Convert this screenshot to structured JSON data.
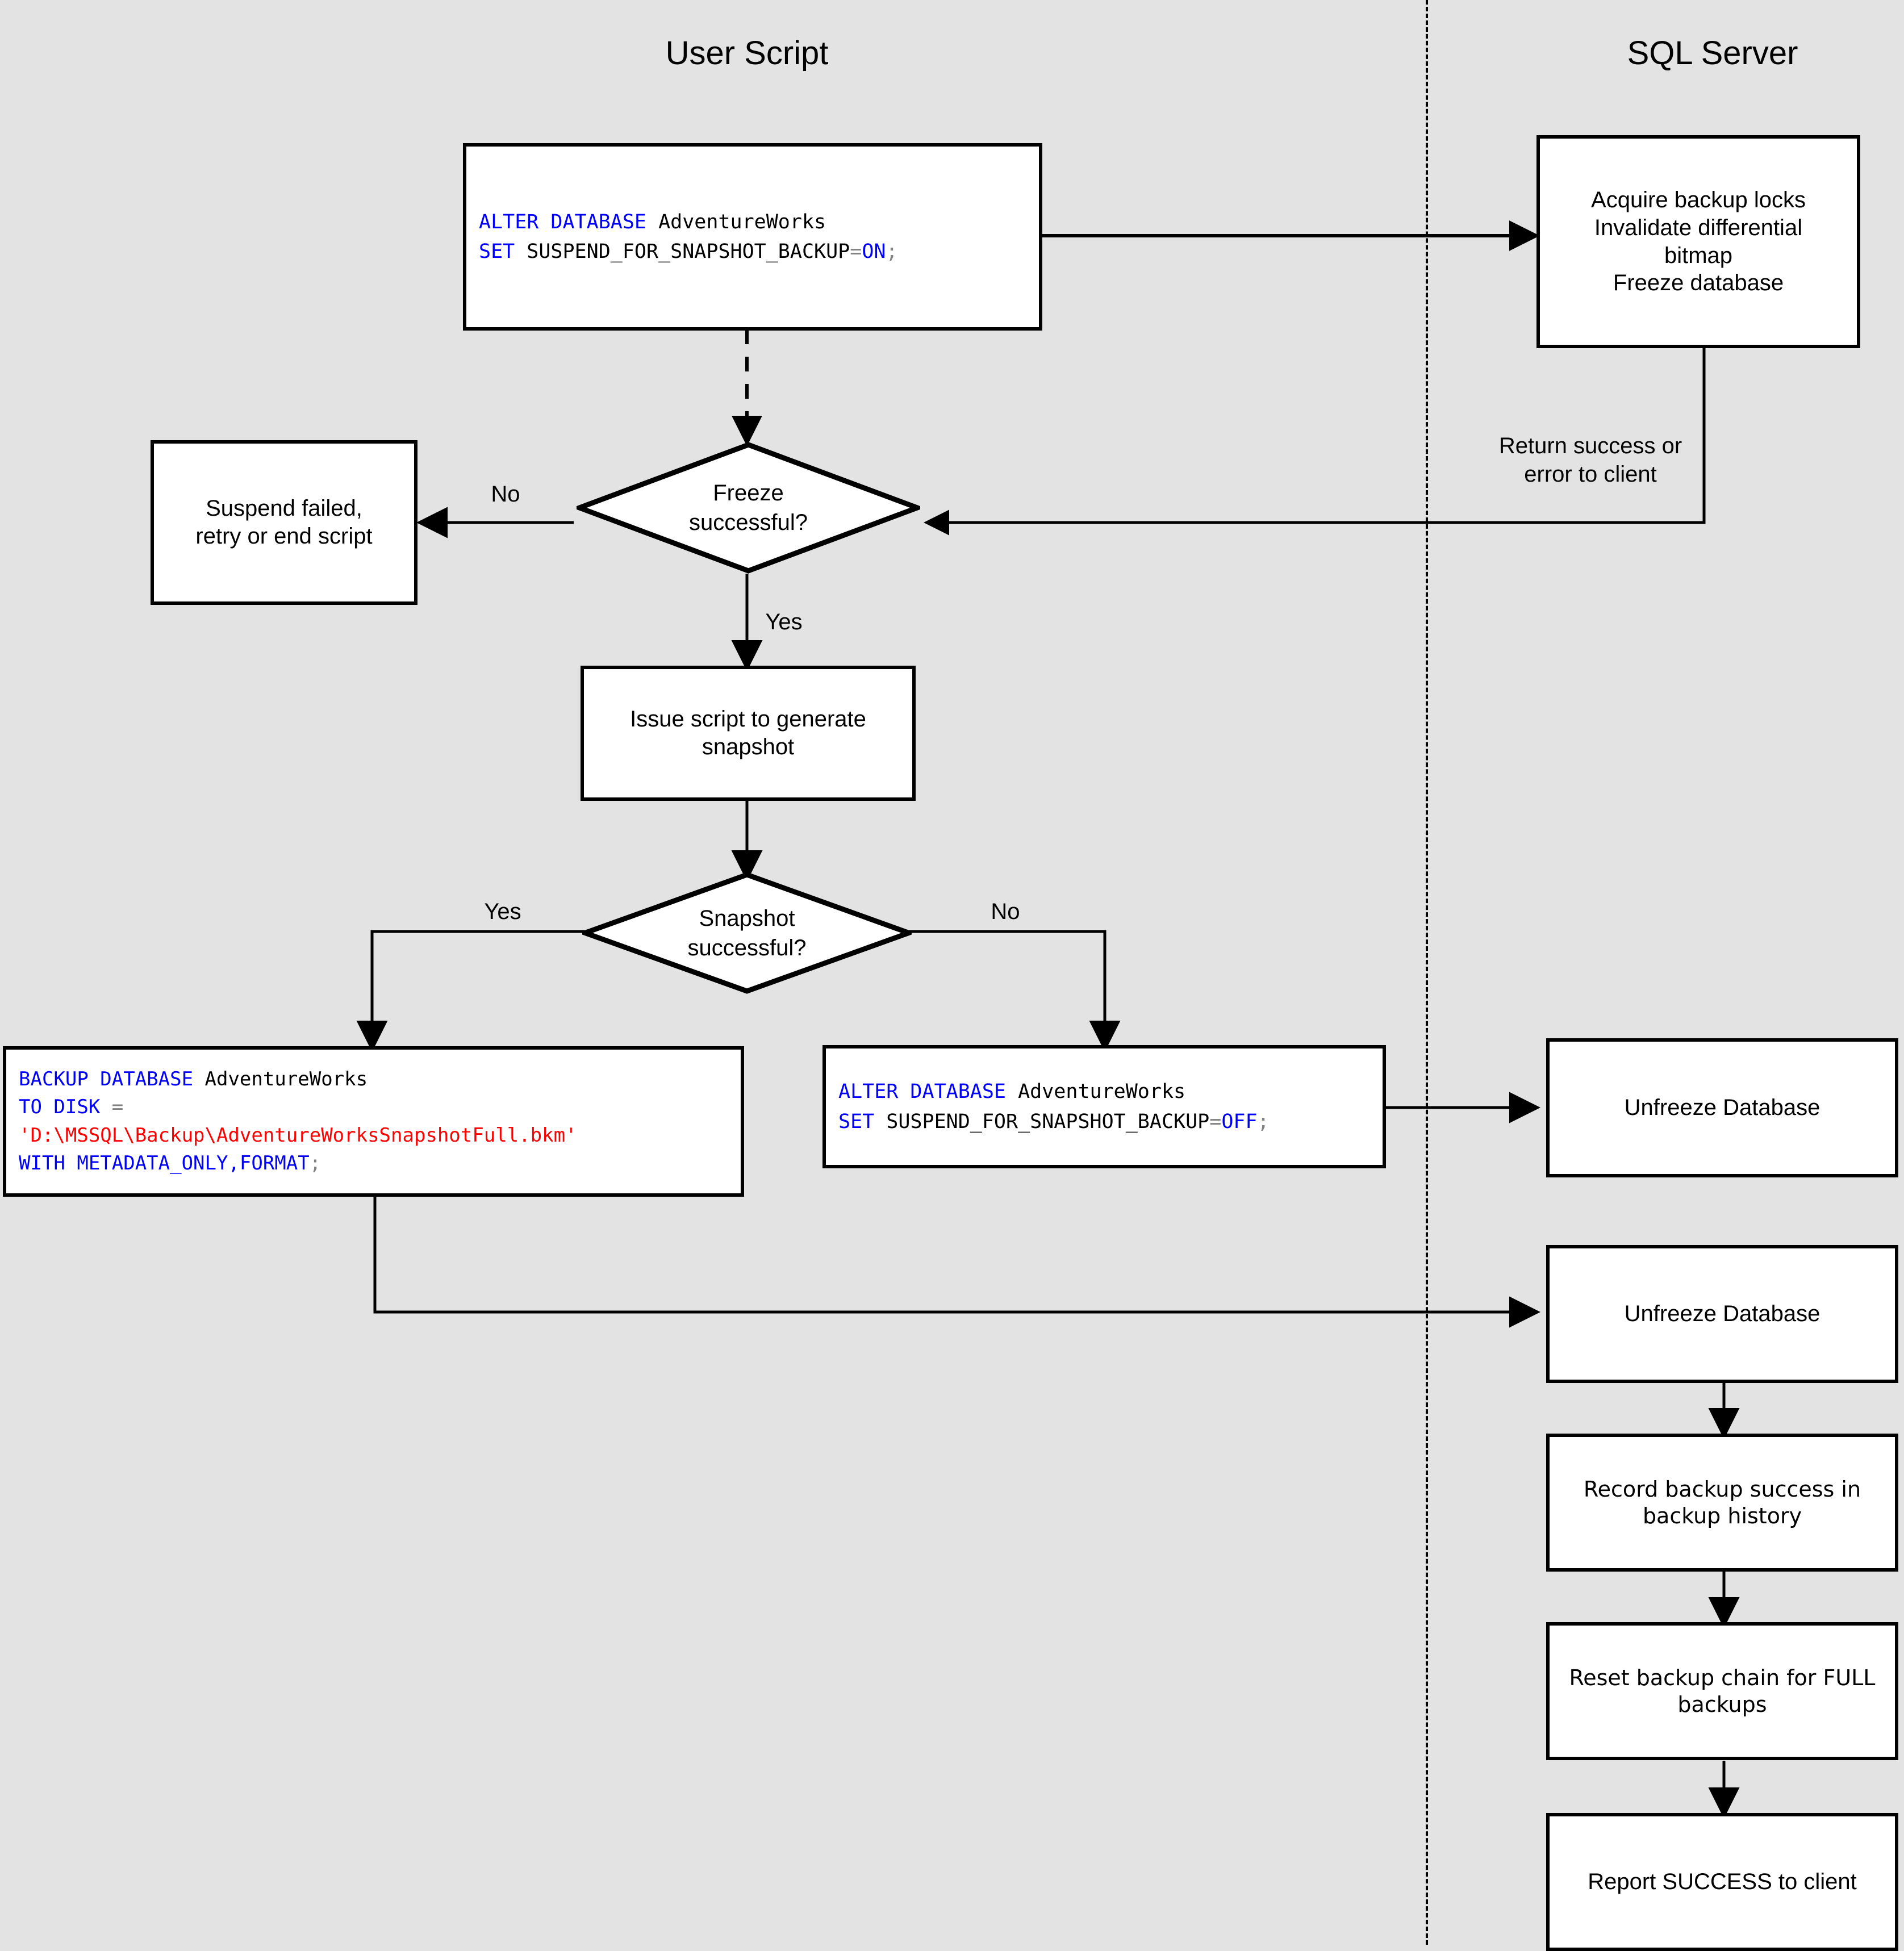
{
  "diagram": {
    "title_user": "User Script",
    "title_server": "SQL Server"
  },
  "nodes": {
    "suspend_on": {
      "line1_kw": "ALTER DATABASE",
      "line1_id": " AdventureWorks",
      "line2_kw": "SET",
      "line2_id": " SUSPEND_FOR_SNAPSHOT_BACKUP",
      "line2_op": "=",
      "line2_val": "ON",
      "line2_end": ";"
    },
    "acquire_locks": "Acquire backup locks\nInvalidate differential\nbitmap\nFreeze database",
    "suspend_failed": "Suspend failed,\nretry or end script",
    "freeze_q_line1": "Freeze",
    "freeze_q_line2": "successful?",
    "issue_script": "Issue script to generate\nsnapshot",
    "snapshot_q_line1": "Snapshot",
    "snapshot_q_line2": "successful?",
    "backup_db": {
      "l1_kw": "BACKUP DATABASE",
      "l1_id": " AdventureWorks",
      "l2_kw": "TO DISK",
      "l2_op": " =",
      "l3_str": "'D:\\MSSQL\\Backup\\AdventureWorksSnapshotFull.bkm'",
      "l4_kw": "WITH METADATA_ONLY,FORMAT",
      "l4_end": ";"
    },
    "suspend_off": {
      "line1_kw": "ALTER DATABASE",
      "line1_id": " AdventureWorks",
      "line2_kw": "SET",
      "line2_id": " SUSPEND_FOR_SNAPSHOT_BACKUP",
      "line2_op": "=",
      "line2_val": "OFF",
      "line2_end": ";"
    },
    "unfreeze_1": "Unfreeze Database",
    "unfreeze_2": "Unfreeze Database",
    "record_backup": "Record backup success in\nbackup history",
    "reset_chain": "Reset backup chain for FULL\nbackups",
    "report_success": "Report SUCCESS to client"
  },
  "edge_labels": {
    "return_to_client": "Return success or\nerror to client",
    "freeze_no": "No",
    "freeze_yes": "Yes",
    "snapshot_yes": "Yes",
    "snapshot_no": "No"
  },
  "colors": {
    "background": "#e3e3e3",
    "node_fill": "#ffffff",
    "stroke": "#000000",
    "sql_keyword": "#0000ff",
    "sql_string": "#ff0000",
    "sql_operator": "#808080"
  }
}
